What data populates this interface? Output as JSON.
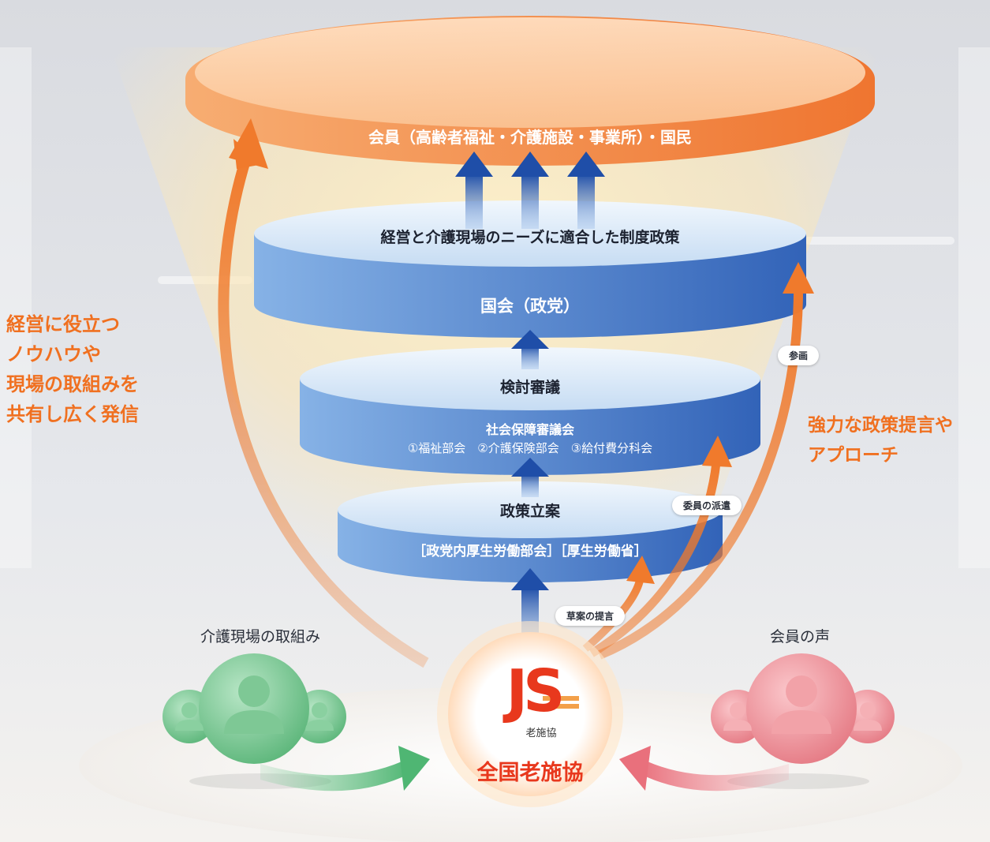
{
  "top_disk": {
    "text": "会員（高齢者福祉・介護施設・事業所）・国民"
  },
  "policy_disk": {
    "title": "経営と介護現場のニーズに適合した制度政策",
    "sub": "国会（政党）"
  },
  "council_disk": {
    "title": "検討審議",
    "sub_title": "社会保障審議会",
    "sub_items": "①福祉部会　②介護保険部会　③給付費分科会"
  },
  "planning_disk": {
    "title": "政策立案",
    "sub": "［政党内厚生労働部会］［厚生労働省］"
  },
  "left_message": {
    "lines": [
      "経営に役立つ",
      "ノウハウや",
      "現場の取組みを",
      "共有し広く発信"
    ]
  },
  "right_message": {
    "lines": [
      "強力な政策提言や",
      "アプローチ"
    ]
  },
  "pills": {
    "participation": "参画",
    "dispatch": "委員の派遣",
    "proposal": "草案の提言"
  },
  "left_group": {
    "label": "介護現場の取組み"
  },
  "right_group": {
    "label": "会員の声"
  },
  "center_org": {
    "logo": "JS",
    "logo_sub": "老施協",
    "name": "全国老施協"
  },
  "colors": {
    "orange": "#f07a2c",
    "blue": "#3f74c4",
    "green": "#6cc48a",
    "pink": "#ef8a94",
    "logo_red": "#e8381d"
  }
}
